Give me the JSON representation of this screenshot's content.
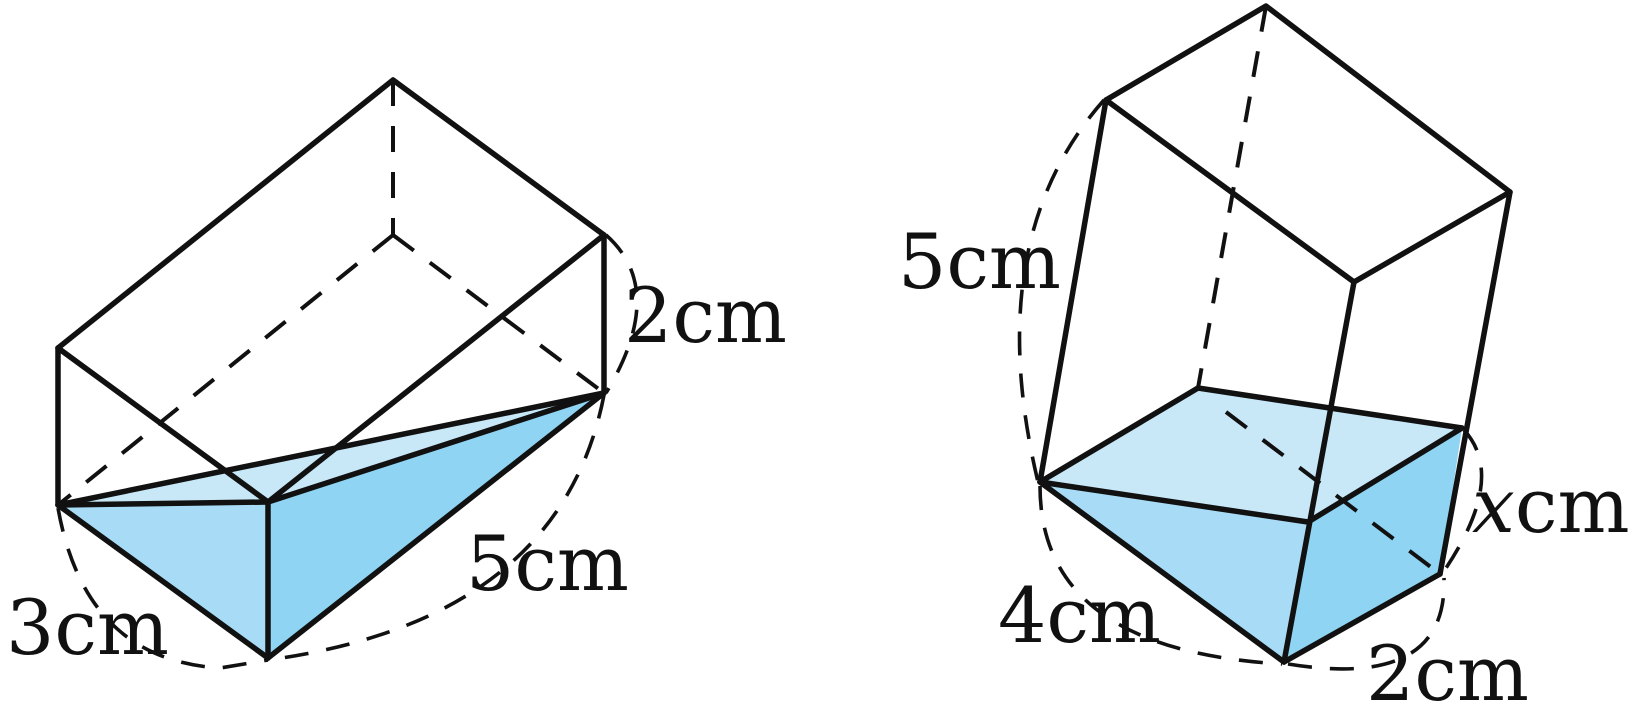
{
  "colors": {
    "line": "#111111",
    "water_light": "#c8e8f8",
    "water_mid": "#a8dcf6",
    "water_dark": "#8fd4f2"
  },
  "left_figure": {
    "label_depth": "2cm",
    "label_length": "5cm",
    "label_width": "3cm"
  },
  "right_figure": {
    "label_height": "5cm",
    "label_water_var": "x",
    "label_water_unit": "cm",
    "label_width": "4cm",
    "label_depth": "2cm"
  }
}
